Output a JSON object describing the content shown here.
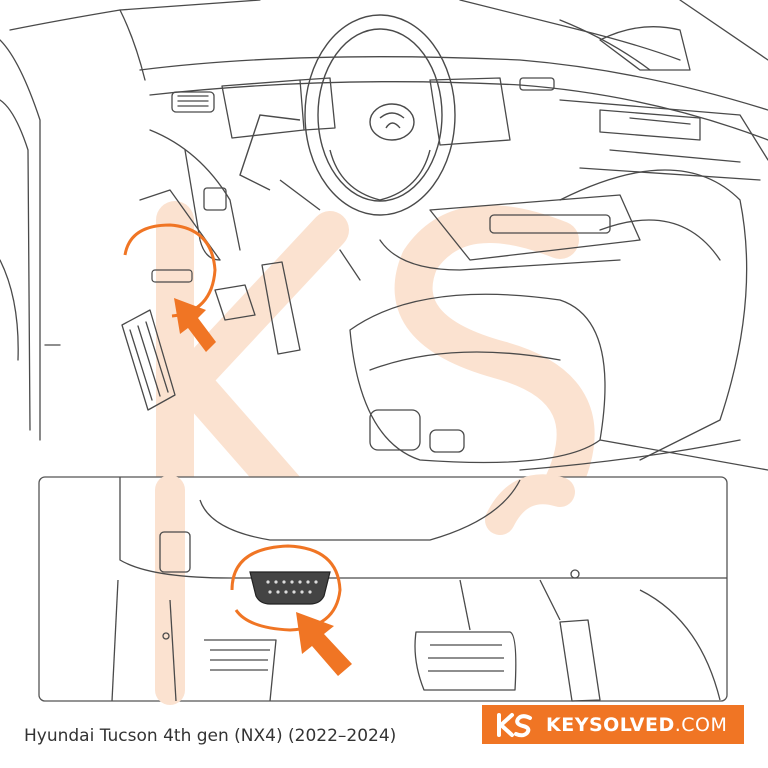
{
  "caption": "Hyundai Tucson 4th gen (NX4) (2022–2024)",
  "brand": {
    "name_strong": "KEYSOLVED",
    "name_suffix": ".COM",
    "mark_letters": "KS"
  },
  "colors": {
    "accent": "#f07524",
    "line": "#4a4a4a",
    "watermark": "#fbe2d0",
    "caption_text": "#333333"
  },
  "icons": [
    "steering-wheel-icon",
    "obd-port-icon",
    "arrow-icon",
    "keysolved-logo-icon"
  ]
}
